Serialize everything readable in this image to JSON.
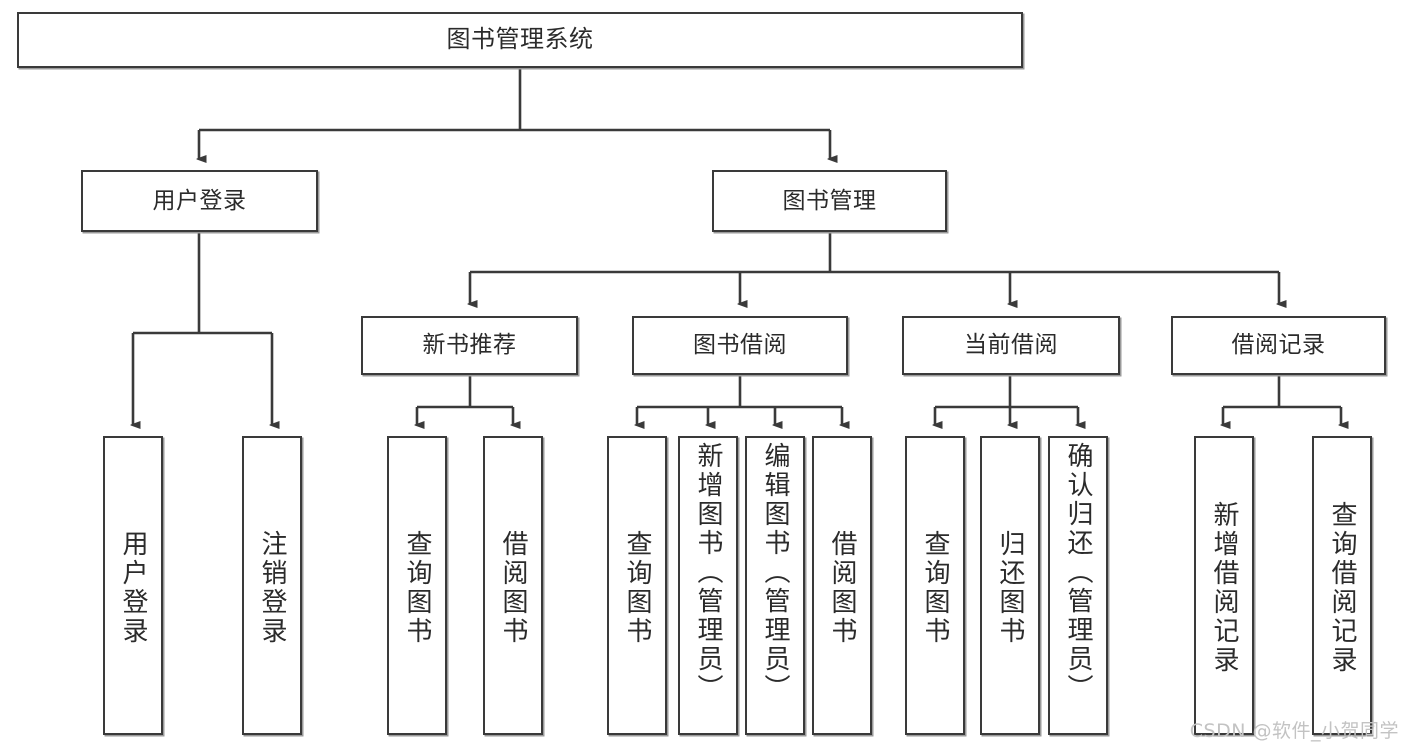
{
  "diagram": {
    "title": "图书管理系统",
    "type": "tree",
    "watermark": "CSDN @软件_小贺同学",
    "colors": {
      "box_border": "#3a3a3a",
      "box_fill": "#ffffff",
      "edge": "#3a3a3a",
      "text": "#2b2b2b",
      "watermark": "#c3c3c3",
      "background": "#ffffff"
    },
    "nodes": {
      "root": {
        "label": "图书管理系统"
      },
      "level2": [
        {
          "label": "用户登录"
        },
        {
          "label": "图书管理"
        }
      ],
      "level3": [
        {
          "label": "新书推荐"
        },
        {
          "label": "图书借阅"
        },
        {
          "label": "当前借阅"
        },
        {
          "label": "借阅记录"
        }
      ],
      "leaves": {
        "user_login": [
          {
            "label": "用户登录"
          },
          {
            "label": "注销登录"
          }
        ],
        "new_book_recommend": [
          {
            "label": "查询图书"
          },
          {
            "label": "借阅图书"
          }
        ],
        "book_borrow": [
          {
            "label": "查询图书"
          },
          {
            "label": "新增图书（管理员）"
          },
          {
            "label": "编辑图书（管理员）"
          },
          {
            "label": "借阅图书"
          }
        ],
        "current_borrow": [
          {
            "label": "查询图书"
          },
          {
            "label": "归还图书"
          },
          {
            "label": "确认归还（管理员）"
          }
        ],
        "borrow_record": [
          {
            "label": "新增借阅记录"
          },
          {
            "label": "查询借阅记录"
          }
        ]
      }
    }
  }
}
